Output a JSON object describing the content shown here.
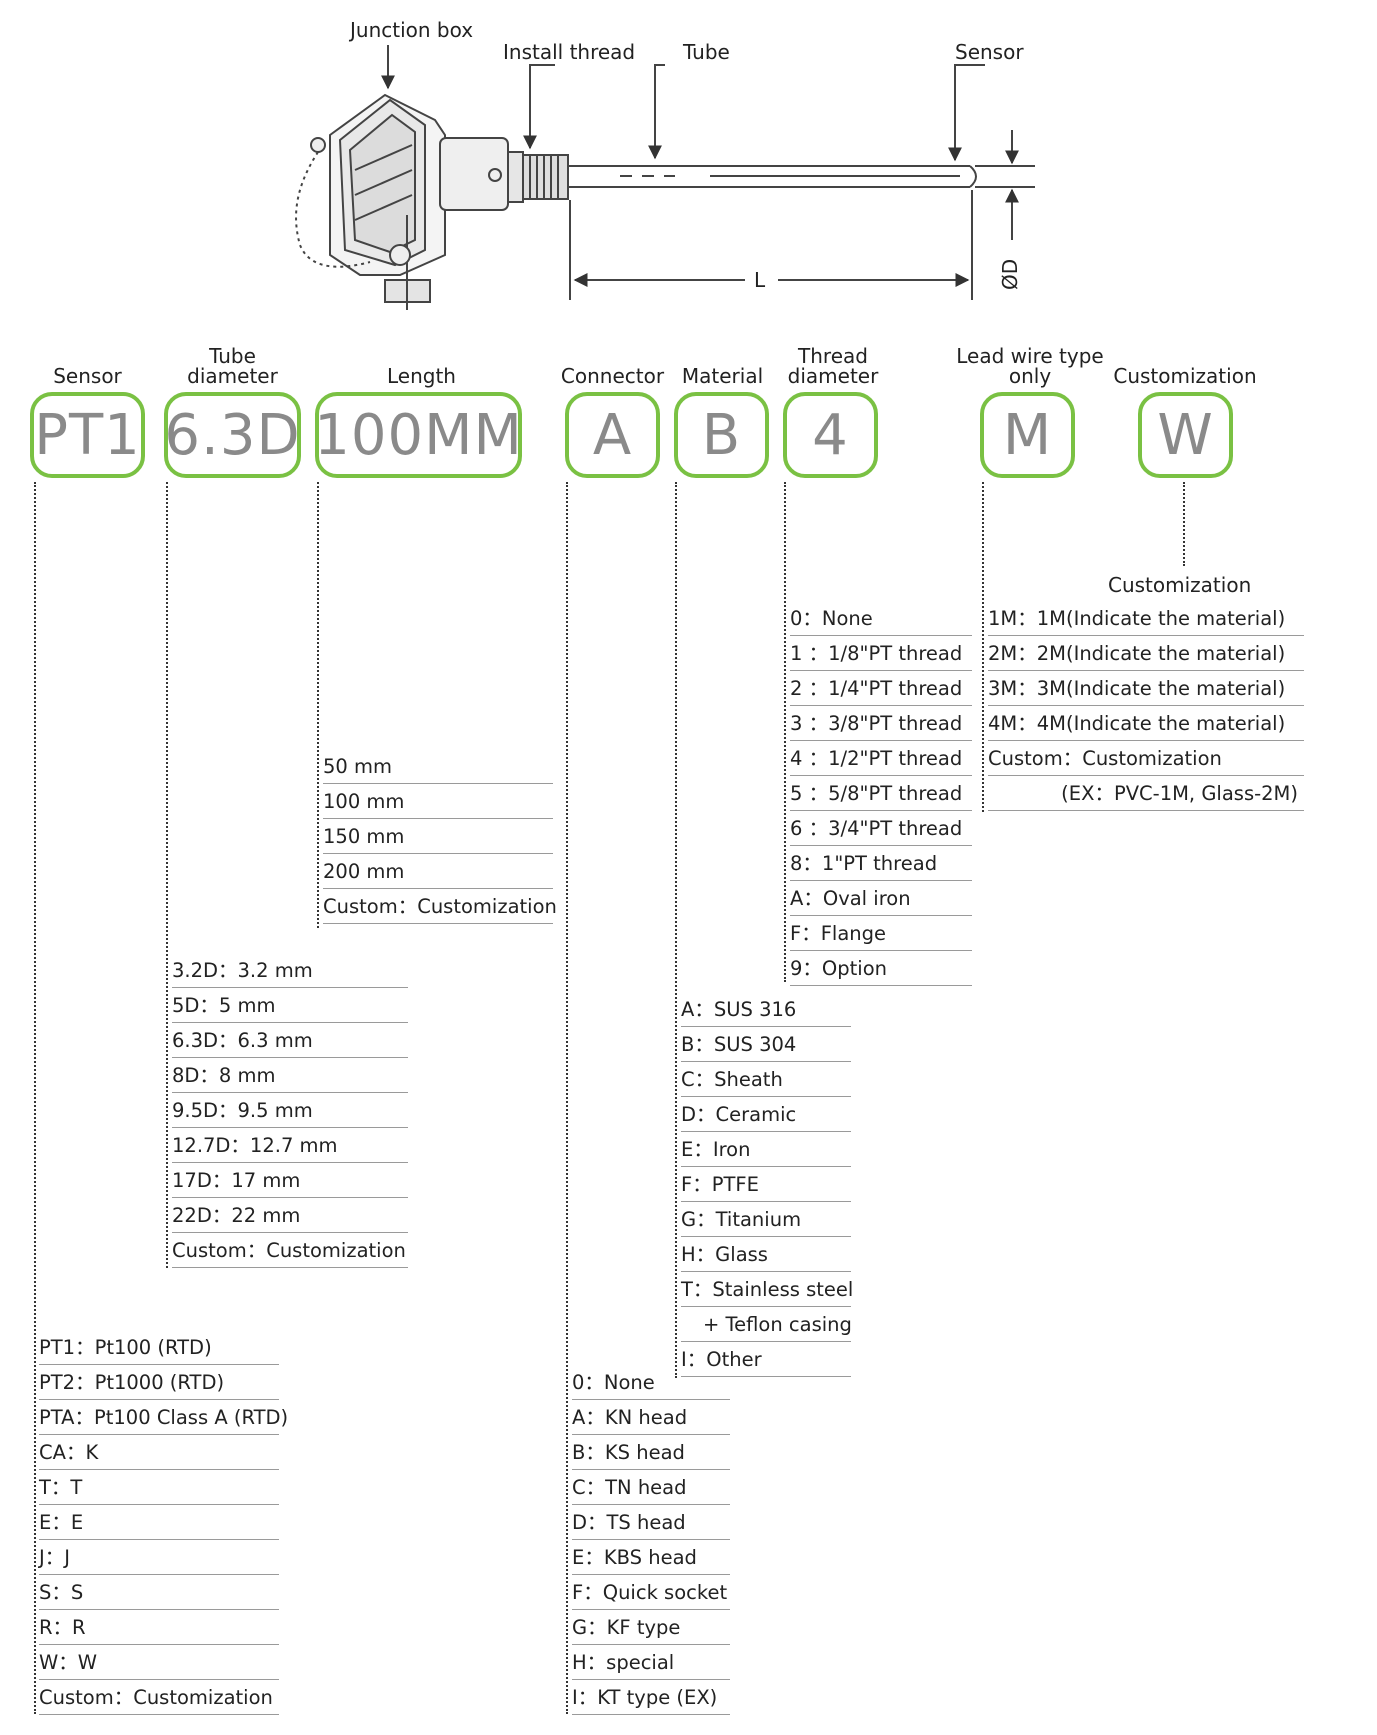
{
  "diagram": {
    "labels": {
      "junction_box": "Junction box",
      "install_thread": "Install thread",
      "tube": "Tube",
      "sensor": "Sensor",
      "length": "L",
      "diameter": "ØD"
    }
  },
  "colors": {
    "accent": "#7ac143",
    "code_text": "#8a8a8a",
    "line": "#333333"
  },
  "code": {
    "groups": [
      {
        "id": "sensor",
        "header": "Sensor",
        "value": "PT1"
      },
      {
        "id": "tube",
        "header": "Tube diameter",
        "value": "6.3D"
      },
      {
        "id": "length",
        "header": "Length",
        "value": "100MM"
      },
      {
        "id": "connector",
        "header": "Connector",
        "value": "A"
      },
      {
        "id": "material",
        "header": "Material",
        "value": "B"
      },
      {
        "id": "thread",
        "header": "Thread diameter",
        "value": "4"
      },
      {
        "id": "lead",
        "header": "Lead wire type only",
        "value": "M"
      },
      {
        "id": "custom",
        "header": "Customization",
        "value": "W"
      }
    ]
  },
  "customization_title": "Customization",
  "lists": {
    "thread": [
      "0：None",
      "1 ：1/8\"PT thread",
      "2 ：1/4\"PT thread",
      "3 ：3/8\"PT thread",
      "4 ：1/2\"PT thread",
      "5 ：5/8\"PT thread",
      "6 ：3/4\"PT thread",
      "8：1\"PT thread",
      "A：Oval iron",
      "F：Flange",
      "9：Option"
    ],
    "lead": [
      "1M：1M(Indicate the material)",
      "2M：2M(Indicate the material)",
      "3M：3M(Indicate the material)",
      "4M：4M(Indicate the material)",
      "Custom：Customization",
      "(EX：PVC-1M, Glass-2M)"
    ],
    "length": [
      "50 mm",
      "100 mm",
      "150 mm",
      "200 mm",
      "Custom：Customization"
    ],
    "tube": [
      "3.2D：3.2 mm",
      "5D：5 mm",
      "6.3D：6.3 mm",
      "8D：8 mm",
      "9.5D：9.5 mm",
      "12.7D：12.7 mm",
      "17D：17 mm",
      "22D：22 mm",
      "Custom：Customization"
    ],
    "material": [
      "A：SUS 316",
      "B：SUS 304",
      "C：Sheath",
      "D：Ceramic",
      "E：Iron",
      "F：PTFE",
      "G：Titanium",
      "H：Glass",
      "T：Stainless steel",
      "+ Teflon casing",
      "I：Other"
    ],
    "sensor": [
      "PT1：Pt100 (RTD)",
      "PT2：Pt1000 (RTD)",
      "PTA：Pt100 Class A (RTD)",
      "CA：K",
      "T：T",
      "E：E",
      "J：J",
      "S：S",
      "R：R",
      "W：W",
      "Custom：Customization"
    ],
    "connector": [
      "0：None",
      "A：KN head",
      "B：KS head",
      "C：TN head",
      "D：TS head",
      "E：KBS head",
      "F：Quick socket",
      "G：KF type",
      "H：special",
      "I：KT type (EX)"
    ]
  }
}
